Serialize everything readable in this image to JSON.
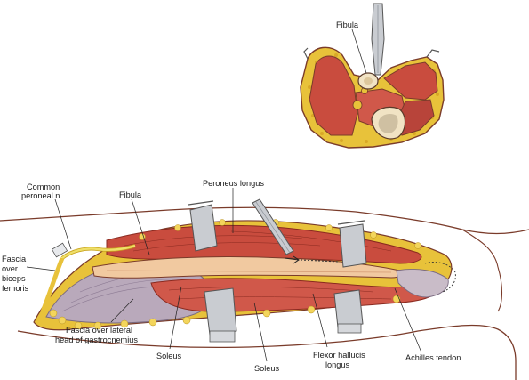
{
  "labels": {
    "fibula_inset": "Fibula",
    "common_peroneal_1": "Common",
    "common_peroneal_2": "peroneal n.",
    "fibula_main": "Fibula",
    "peroneus_longus": "Peroneus longus",
    "fascia_biceps_1": "Fascia",
    "fascia_biceps_2": "over",
    "fascia_biceps_3": "biceps",
    "fascia_biceps_4": "femoris",
    "fascia_gastro_1": "Fascia over lateral",
    "fascia_gastro_2": "head of gastrocnemius",
    "soleus_left": "Soleus",
    "soleus_right": "Soleus",
    "fhl_1": "Flexor hallucis",
    "fhl_2": "longus",
    "achilles": "Achilles tendon"
  },
  "colors": {
    "skin_outline": "#7a3b2a",
    "fat": "#e8c23a",
    "muscle": "#c94c3e",
    "muscle_dark": "#a83226",
    "muscle_light": "#e98d72",
    "fascia": "#b9a9bb",
    "bone": "#f1e3c4",
    "retractor": "#c9ccd1",
    "nerve": "#efe06a"
  }
}
